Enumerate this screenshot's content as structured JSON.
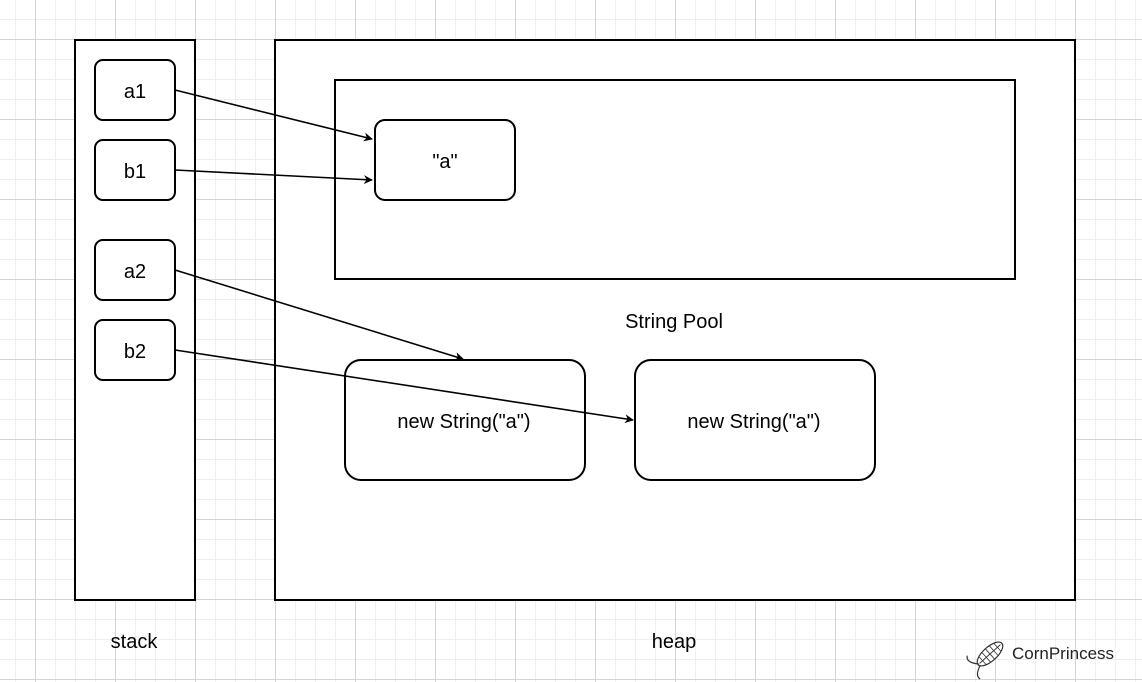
{
  "diagram": {
    "stack_label": "stack",
    "heap_label": "heap",
    "pool_label": "String Pool",
    "pool_string": "\"a\"",
    "variables": {
      "a1": "a1",
      "b1": "b1",
      "a2": "a2",
      "b2": "b2"
    },
    "heap_objects": [
      "new String(\"a\")",
      "new String(\"a\")"
    ]
  },
  "watermark": {
    "text": "CornPrincess",
    "icon": "corn-icon"
  }
}
